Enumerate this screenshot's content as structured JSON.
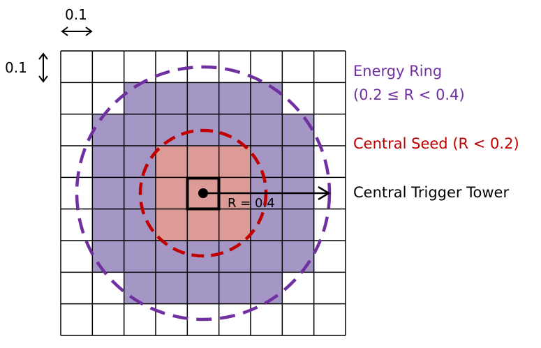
{
  "scale_labels": {
    "horizontal": "0.1",
    "vertical": "0.1"
  },
  "grid": {
    "rows": 9,
    "cols": 9
  },
  "regions": {
    "energy_ring": {
      "label_line1": "Energy Ring",
      "label_line2": "(0.2 ≤ R < 0.4)",
      "fill_color": "#a497c6",
      "circle_color": "#7030a0",
      "label_color": "#7030a0"
    },
    "central_seed": {
      "label": "Central Seed (R < 0.2)",
      "fill_color": "#dc9b96",
      "circle_color": "#c00000",
      "label_color": "#c00000"
    },
    "central_tower": {
      "label": "Central Trigger Tower",
      "label_color": "#000000"
    }
  },
  "radius_label": "R = 0.4"
}
